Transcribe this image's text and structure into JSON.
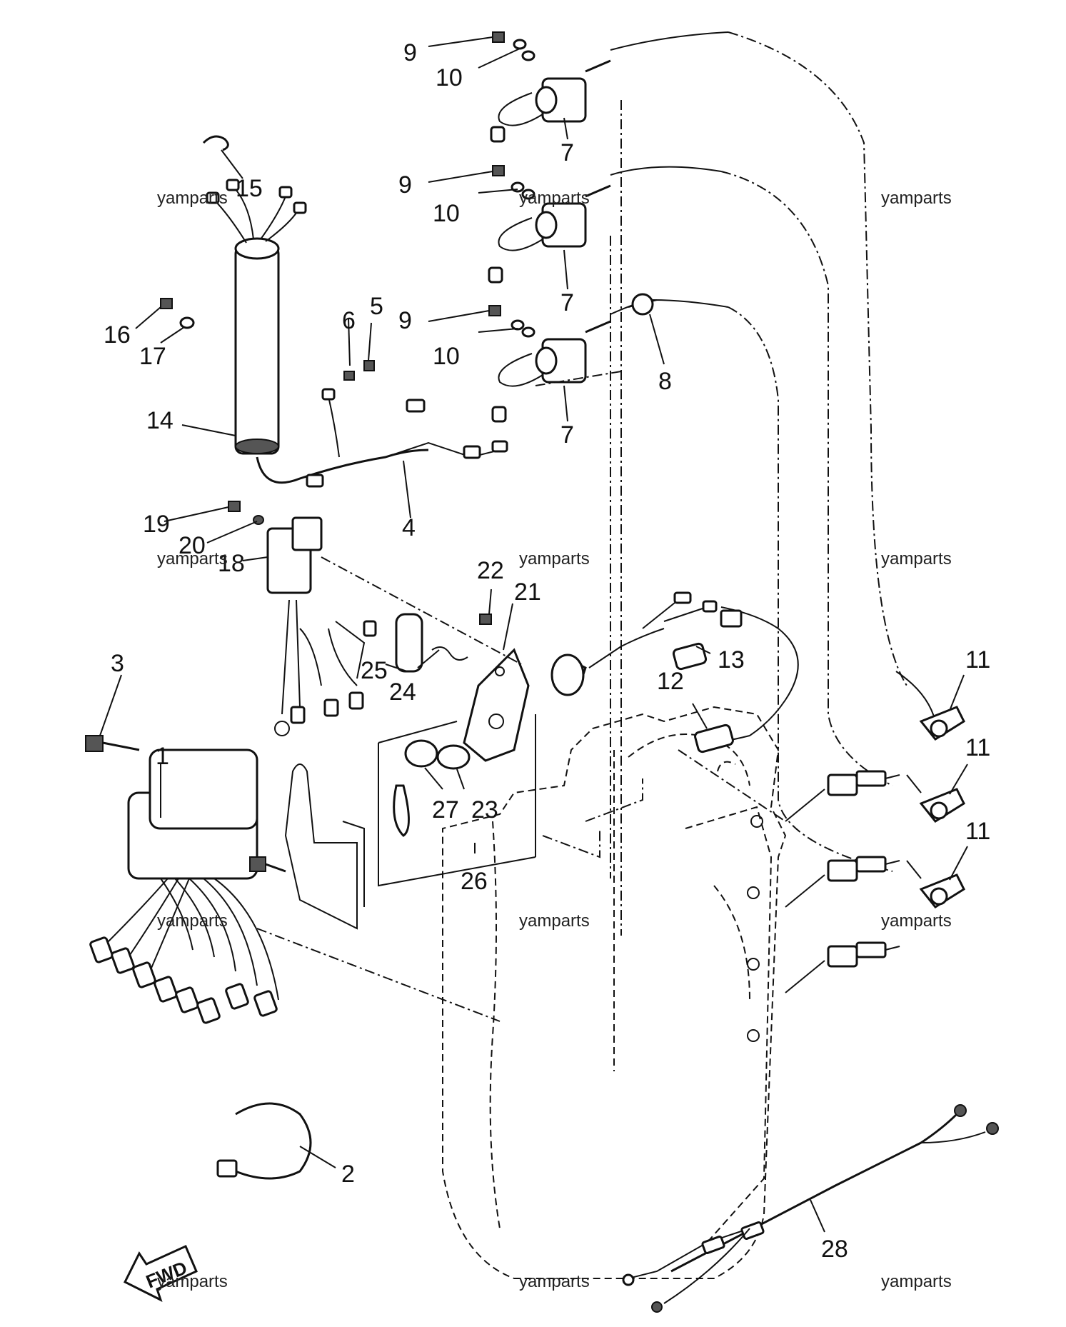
{
  "callouts": {
    "c1": "1",
    "c2": "2",
    "c3": "3",
    "c4": "4",
    "c5": "5",
    "c6": "6",
    "c7a": "7",
    "c7b": "7",
    "c7c": "7",
    "c8": "8",
    "c9a": "9",
    "c9b": "9",
    "c9c": "9",
    "c10a": "10",
    "c10b": "10",
    "c10c": "10",
    "c11a": "11",
    "c11b": "11",
    "c11c": "11",
    "c12": "12",
    "c13": "13",
    "c14": "14",
    "c15": "15",
    "c16": "16",
    "c17": "17",
    "c18": "18",
    "c19": "19",
    "c20": "20",
    "c21": "21",
    "c22": "22",
    "c23": "23",
    "c24": "24",
    "c25": "25",
    "c26": "26",
    "c27": "27",
    "c28": "28"
  },
  "watermark": "yamparts",
  "fwd_label": "FWD"
}
